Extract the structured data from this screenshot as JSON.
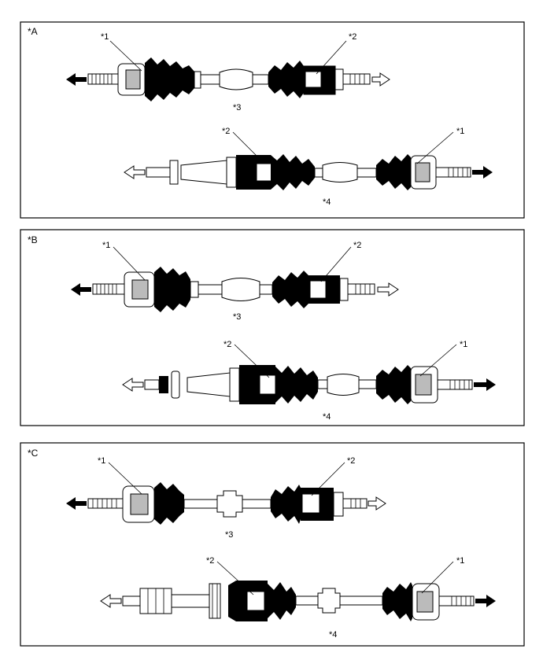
{
  "panels": [
    {
      "label": "*A",
      "callouts": {
        "outer_joint": "*1",
        "inner_joint": "*2"
      },
      "shafts": [
        {
          "caption": "*3",
          "pull_left": "filled",
          "pull_right": "outline"
        },
        {
          "caption": "*4",
          "pull_left": "outline",
          "pull_right": "filled"
        }
      ]
    },
    {
      "label": "*B",
      "callouts": {
        "outer_joint": "*1",
        "inner_joint": "*2"
      },
      "shafts": [
        {
          "caption": "*3",
          "pull_left": "filled",
          "pull_right": "outline"
        },
        {
          "caption": "*4",
          "pull_left": "outline",
          "pull_right": "filled"
        }
      ]
    },
    {
      "label": "*C",
      "callouts": {
        "outer_joint": "*1",
        "inner_joint": "*2"
      },
      "shafts": [
        {
          "caption": "*3",
          "pull_left": "filled",
          "pull_right": "outline"
        },
        {
          "caption": "*4",
          "pull_left": "outline",
          "pull_right": "filled"
        }
      ]
    }
  ],
  "colors": {
    "ink": "#000000",
    "paper": "#ffffff",
    "mid": "#bbbbbb",
    "frame": "#000000"
  },
  "icons": {
    "filled_arrow": "filled-arrow-icon",
    "outline_arrow": "outline-arrow-icon"
  }
}
